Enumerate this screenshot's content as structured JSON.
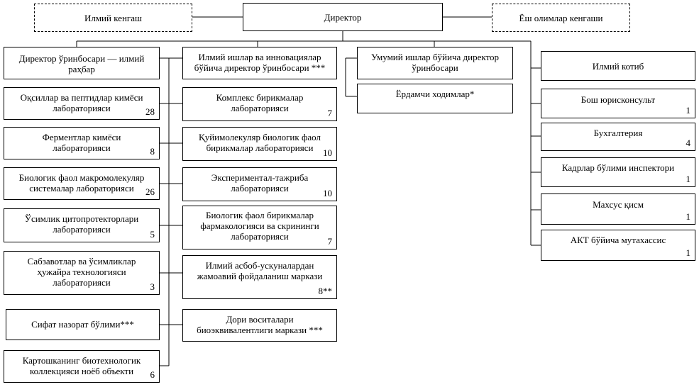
{
  "top": {
    "director": "Директор",
    "scientific_council": "Илмий кенгаш",
    "young_council": "Ёш олимлар кенгаши"
  },
  "col1": {
    "head": "Директор ўринбосари — илмий\nраҳбар",
    "units": [
      {
        "label": "Оқсиллар ва пептидлар кимёси\nлабораторияси",
        "count": "28"
      },
      {
        "label": "Ферментлар кимёси\nлабораторияси",
        "count": "8"
      },
      {
        "label": "Биологик фаол макромолекуляр\nсистемалар лабораторияси",
        "count": "26"
      },
      {
        "label": "Ўсимлик цитопротекторлари\nлабораторияси",
        "count": "5"
      },
      {
        "label": "Сабзавотлар ва ўсимликлар\nҳужайра технологияси\nлабораторияси",
        "count": "3"
      },
      {
        "label": "Сифат назорат бўлими***",
        "count": ""
      },
      {
        "label": "Картошканинг биотехнологик\nколлекцияси ноёб объекти",
        "count": "6"
      }
    ]
  },
  "col2": {
    "head": "Илмий ишлар ва инновациялар\nбўйича директор ўринбосари ***",
    "units": [
      {
        "label": "Комплекс бирикмалар\nлабораторияси",
        "count": "7"
      },
      {
        "label": "Қуйимолекуляр биологик фаол\nбирикмалар лабораторияси",
        "count": "10"
      },
      {
        "label": "Экспериментал-тажриба\nлабораторияси",
        "count": "10"
      },
      {
        "label": "Биологик фаол бирикмалар\nфармакологияси ва скрининги\nлабораторияси",
        "count": "7"
      },
      {
        "label": "Илмий асбоб-ускуналардан\nжамоавий фойдаланиш маркази",
        "count": "8**"
      },
      {
        "label": "Дори воситалари\nбиоэквивалентлиги маркази ***",
        "count": ""
      }
    ]
  },
  "col3": {
    "head": "Умумий ишлар бўйича директор\nўринбосари",
    "units": [
      {
        "label": "Ёрдамчи ходимлар*",
        "count": ""
      }
    ]
  },
  "col4": {
    "head": "Илмий котиб",
    "units": [
      {
        "label": "Бош юрисконсульт",
        "count": "1"
      },
      {
        "label": "Бухгалтерия",
        "count": "4"
      },
      {
        "label": "Кадрлар бўлими инспектори",
        "count": "1"
      },
      {
        "label": "Махсус қисм",
        "count": "1"
      },
      {
        "label": "АКТ бўйича мутахассис",
        "count": "1"
      }
    ]
  }
}
